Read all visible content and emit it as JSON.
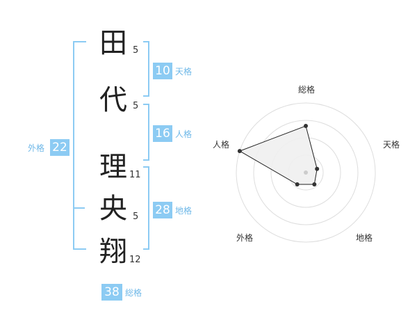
{
  "name": {
    "characters": [
      {
        "char": "田",
        "strokes": "5"
      },
      {
        "char": "代",
        "strokes": "5"
      },
      {
        "char": "理",
        "strokes": "11"
      },
      {
        "char": "央",
        "strokes": "5"
      },
      {
        "char": "翔",
        "strokes": "12"
      }
    ]
  },
  "fortunes": {
    "tenkaku": {
      "value": "10",
      "label": "天格"
    },
    "jinkaku": {
      "value": "16",
      "label": "人格"
    },
    "chikaku": {
      "value": "28",
      "label": "地格"
    },
    "gaikaku": {
      "value": "22",
      "label": "外格"
    },
    "soukaku": {
      "value": "38",
      "label": "総格"
    }
  },
  "colors": {
    "accent": "#8ccbf3",
    "bracket": "#8ccbf3",
    "polygon_fill": "#f0f0f0",
    "polygon_stroke": "#222222"
  },
  "chart_data": {
    "type": "radar",
    "axes": [
      "総格",
      "天格",
      "地格",
      "外格",
      "人格"
    ],
    "values": [
      0.67,
      0.17,
      0.21,
      0.21,
      1.0
    ],
    "rings": 4
  }
}
